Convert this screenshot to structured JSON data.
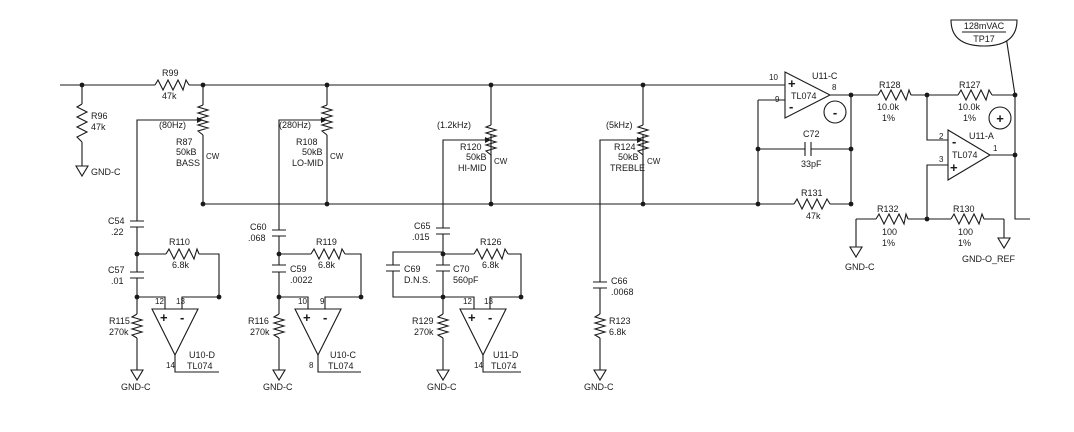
{
  "testpoint": {
    "value": "128mVAC",
    "label": "TP17"
  },
  "resistors": {
    "r99": {
      "ref": "R99",
      "value": "47k"
    },
    "r96": {
      "ref": "R96",
      "value": "47k"
    },
    "r110": {
      "ref": "R110",
      "value": "6.8k"
    },
    "r115": {
      "ref": "R115",
      "value": "270k"
    },
    "r119": {
      "ref": "R119",
      "value": "6.8k"
    },
    "r116": {
      "ref": "R116",
      "value": "270k"
    },
    "r126": {
      "ref": "R126",
      "value": "6.8k"
    },
    "r129": {
      "ref": "R129",
      "value": "270k"
    },
    "r123": {
      "ref": "R123",
      "value": "6.8k"
    },
    "r128": {
      "ref": "R128",
      "value": "10.0k",
      "tol": "1%"
    },
    "r127": {
      "ref": "R127",
      "value": "10.0k",
      "tol": "1%"
    },
    "r131": {
      "ref": "R131",
      "value": "47k"
    },
    "r132": {
      "ref": "R132",
      "value": "100",
      "tol": "1%"
    },
    "r130": {
      "ref": "R130",
      "value": "100",
      "tol": "1%"
    }
  },
  "pots": {
    "r87": {
      "freq": "(80Hz)",
      "ref": "R87",
      "value": "50kB",
      "name": "BASS",
      "cw": "CW"
    },
    "r108": {
      "freq": "(280Hz)",
      "ref": "R108",
      "value": "50kB",
      "name": "LO-MID",
      "cw": "CW"
    },
    "r120": {
      "freq": "(1.2kHz)",
      "ref": "R120",
      "value": "50kB",
      "name": "HI-MID",
      "cw": "CW"
    },
    "r124": {
      "freq": "(5kHz)",
      "ref": "R124",
      "value": "50kB",
      "name": "TREBLE",
      "cw": "CW"
    }
  },
  "capacitors": {
    "c54": {
      "ref": "C54",
      "value": ".22"
    },
    "c57": {
      "ref": "C57",
      "value": ".01"
    },
    "c60": {
      "ref": "C60",
      "value": ".068"
    },
    "c59": {
      "ref": "C59",
      "value": ".0022"
    },
    "c65": {
      "ref": "C65",
      "value": ".015"
    },
    "c69": {
      "ref": "C69",
      "value": "D.N.S."
    },
    "c70": {
      "ref": "C70",
      "value": "560pF"
    },
    "c66": {
      "ref": "C66",
      "value": ".0068"
    },
    "c72": {
      "ref": "C72",
      "value": "33pF"
    }
  },
  "opamps": {
    "u10d": {
      "ref": "U10-D",
      "part": "TL074",
      "plus": "+",
      "minus": "-",
      "p_plus": "12",
      "p_minus": "13",
      "p_out": "14"
    },
    "u10c": {
      "ref": "U10-C",
      "part": "TL074",
      "plus": "+",
      "minus": "-",
      "p_plus": "10",
      "p_minus": "9",
      "p_out": "8"
    },
    "u11d": {
      "ref": "U11-D",
      "part": "TL074",
      "plus": "+",
      "minus": "-",
      "p_plus": "12",
      "p_minus": "13",
      "p_out": "14"
    },
    "u11c": {
      "ref": "U11-C",
      "part": "TL074",
      "plus": "+",
      "minus": "-",
      "p_plus": "10",
      "p_minus": "9",
      "p_out": "8"
    },
    "u11a": {
      "ref": "U11-A",
      "part": "TL074",
      "plus": "+",
      "minus": "-",
      "p_plus": "3",
      "p_minus": "2",
      "p_out": "1"
    }
  },
  "grounds": {
    "gnd_c": "GND-C",
    "gnd_o_ref": "GND-O_REF"
  },
  "polarity": {
    "minus": "-",
    "plus": "+"
  }
}
